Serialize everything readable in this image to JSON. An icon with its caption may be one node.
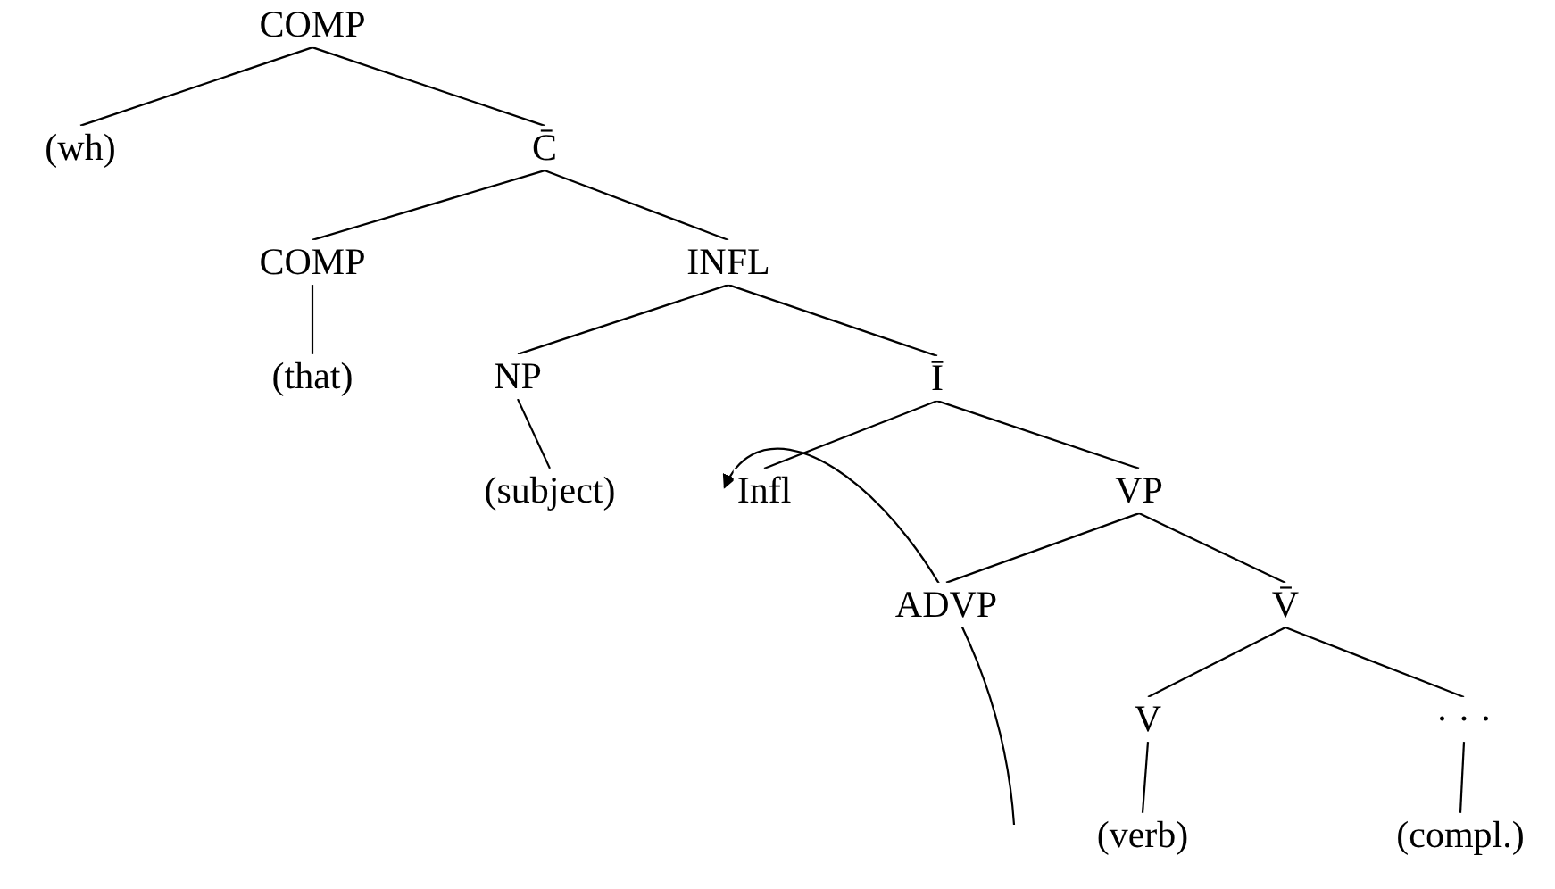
{
  "diagram": {
    "nodes": [
      {
        "text": [
          "COMP"
        ]
      },
      {
        "text": [
          "(wh)"
        ]
      },
      {
        "text": [
          "C̄"
        ]
      },
      {
        "text": [
          "COMP"
        ]
      },
      {
        "text": [
          "INFL"
        ]
      },
      {
        "text": [
          "(that)"
        ]
      },
      {
        "text": [
          "NP"
        ]
      },
      {
        "text": [
          "Ī"
        ]
      },
      {
        "text": [
          "(subject)"
        ]
      },
      {
        "text": [
          "Infl"
        ]
      },
      {
        "text": [
          "VP"
        ]
      },
      {
        "text": [
          "ADVP"
        ]
      },
      {
        "text": [
          "V̄"
        ]
      },
      {
        "text": [
          "V"
        ]
      },
      {
        "text": [
          "· · ·"
        ]
      },
      {
        "text": [
          "(verb)"
        ]
      },
      {
        "text": [
          "(compl.)"
        ]
      }
    ],
    "edges": [
      {
        "from": 0,
        "to": 1,
        "arrow": "none"
      },
      {
        "from": 0,
        "to": 2,
        "arrow": "none"
      },
      {
        "from": 2,
        "to": 3,
        "arrow": "none"
      },
      {
        "from": 2,
        "to": 4,
        "arrow": "none"
      },
      {
        "from": 3,
        "to": 5,
        "arrow": "none"
      },
      {
        "from": 4,
        "to": 6,
        "arrow": "none"
      },
      {
        "from": 4,
        "to": 7,
        "arrow": "none"
      },
      {
        "from": 6,
        "to": 8,
        "arrow": "none"
      },
      {
        "from": 7,
        "to": 9,
        "arrow": "none"
      },
      {
        "from": 7,
        "to": 10,
        "arrow": "none"
      },
      {
        "from": 10,
        "to": 11,
        "arrow": "none"
      },
      {
        "from": 10,
        "to": 12,
        "arrow": "none"
      },
      {
        "from": 12,
        "to": 13,
        "arrow": "none"
      },
      {
        "from": 12,
        "to": 14,
        "arrow": "none"
      },
      {
        "from": 13,
        "to": 15,
        "arrow": "none"
      },
      {
        "from": 14,
        "to": 16,
        "arrow": "none"
      },
      {
        "from": null,
        "to": 9,
        "arrow": "to"
      }
    ]
  }
}
